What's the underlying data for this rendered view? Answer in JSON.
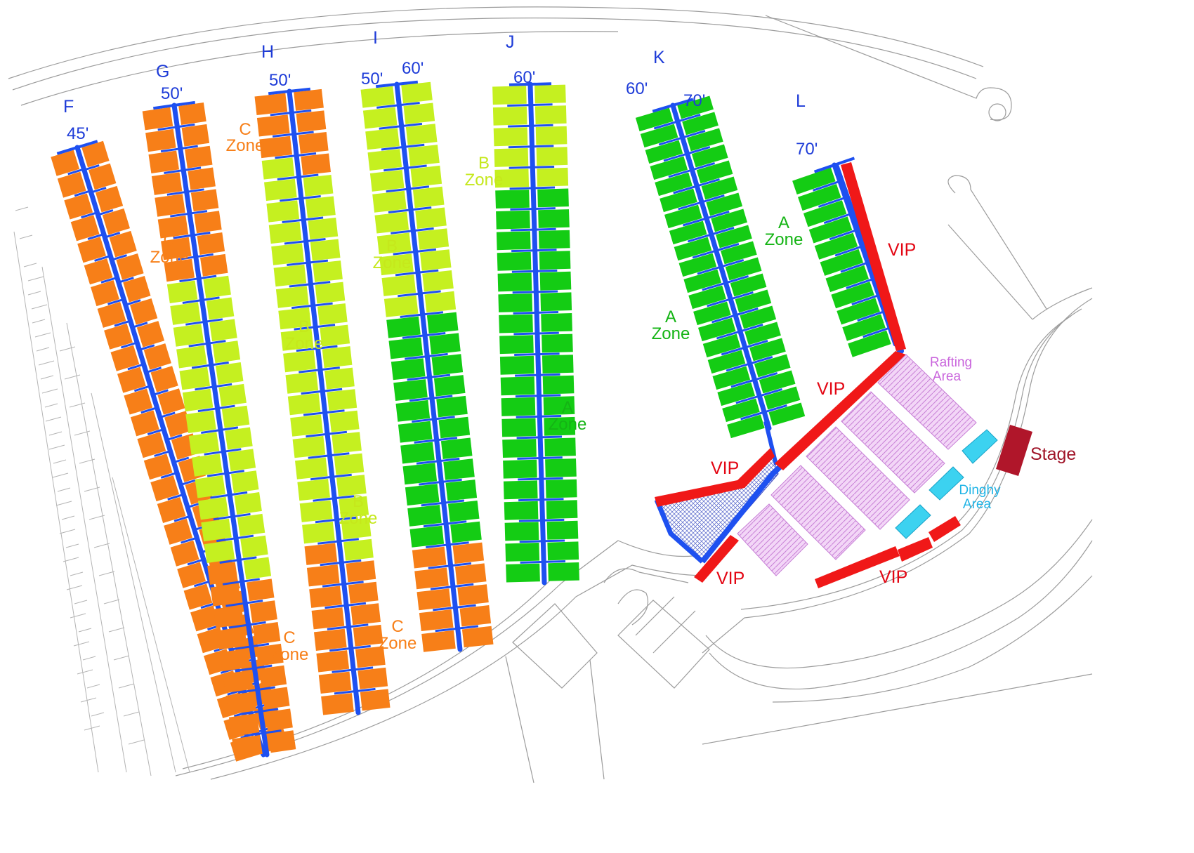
{
  "colors": {
    "c_zone": "#f77f18",
    "b_zone": "#c5f020",
    "a_zone": "#14cc14",
    "walkway": "#1e50f0",
    "vip": "#f01818",
    "rafting": "#e6a6ef",
    "dinghy": "#3cd2f0",
    "stage": "#b0162a",
    "land_lines": "#9c9c9c",
    "pier_label": "#1e3cd8"
  },
  "piers": [
    {
      "id": "F",
      "label": "F",
      "length": "45'"
    },
    {
      "id": "G",
      "label": "G",
      "length": "50'"
    },
    {
      "id": "H",
      "label": "H",
      "length": "50'"
    },
    {
      "id": "I",
      "label": "I",
      "length_left": "50'",
      "length_right": "60'"
    },
    {
      "id": "J",
      "label": "J",
      "length": "60'"
    },
    {
      "id": "K",
      "label": "K",
      "length_left": "60'",
      "length_right": "70'"
    },
    {
      "id": "L",
      "label": "L",
      "length": "70'"
    }
  ],
  "zones": {
    "c_line1": "C",
    "b_line1": "B",
    "a_line1": "A",
    "line2": "Zone"
  },
  "vip_label": "VIP",
  "areas": {
    "rafting_line1": "Rafting",
    "rafting_line2": "Area",
    "dinghy_line1": "Dinghy",
    "dinghy_line2": "Area",
    "stage": "Stage"
  }
}
